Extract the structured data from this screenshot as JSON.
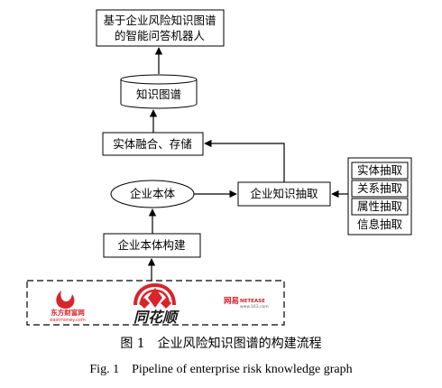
{
  "nodes": {
    "top_line1": "基于企业风险知识图谱",
    "top_line2": "的智能问答机器人",
    "kg": "知识图谱",
    "fusion": "实体融合、存储",
    "ontology": "企业本体",
    "extraction": "企业知识抽取",
    "build": "企业本体构建",
    "entity_extract": "实体抽取",
    "relation_extract": "关系抽取",
    "attr_extract": "属性抽取",
    "info_extract": "信息抽取"
  },
  "sources": {
    "eastmoney_name": "东方财富网",
    "eastmoney_url": "eastmoney.com",
    "ths_name": "同花顺",
    "netease_name": "网易",
    "netease_sub": "NETEASE",
    "netease_url": "www.163.com"
  },
  "caption": {
    "cn": "图 1　企业风险知识图谱的构建流程",
    "en": "Fig. 1　Pipeline of enterprise risk knowledge graph"
  },
  "colors": {
    "logo_red": "#d8242a",
    "netease_red": "#d21f28",
    "ths_dark": "#1a1a1a"
  }
}
